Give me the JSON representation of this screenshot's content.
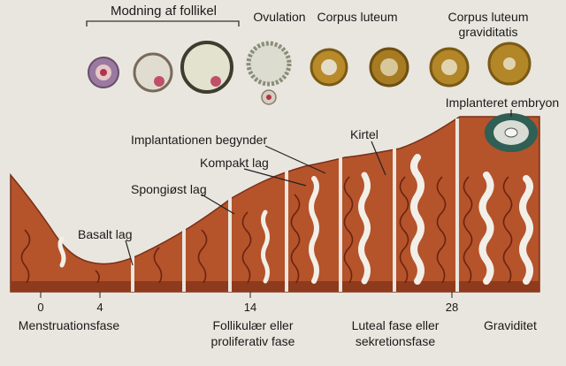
{
  "top_labels": {
    "follicle_maturation": "Modning af follikel",
    "ovulation": "Ovulation",
    "corpus_luteum": "Corpus luteum",
    "corpus_luteum_grav_line1": "Corpus luteum",
    "corpus_luteum_grav_line2": "graviditatis",
    "implanted_embryo": "Implanteret embryon"
  },
  "layer_labels": {
    "implantation_begins": "Implantationen begynder",
    "compact_layer": "Kompakt lag",
    "spongy_layer": "Spongiøst lag",
    "basal_layer": "Basalt lag",
    "gland": "Kirtel"
  },
  "day_ticks": [
    "0",
    "4",
    "14",
    "28"
  ],
  "phases": {
    "menstruation": "Menstruationsfase",
    "follicular_line1": "Follikulær eller",
    "follicular_line2": "proliferativ fase",
    "luteal_line1": "Luteal fase eller",
    "luteal_line2": "sekretionsfase",
    "pregnancy": "Graviditet"
  },
  "colors": {
    "endometrium": "#b5532b",
    "endometrium_dark": "#7a2e16",
    "gland": "#f2efe8",
    "corpus_luteum": "#b88a2a",
    "embryo_ring": "#2f5f55",
    "background": "#e9e6df"
  }
}
